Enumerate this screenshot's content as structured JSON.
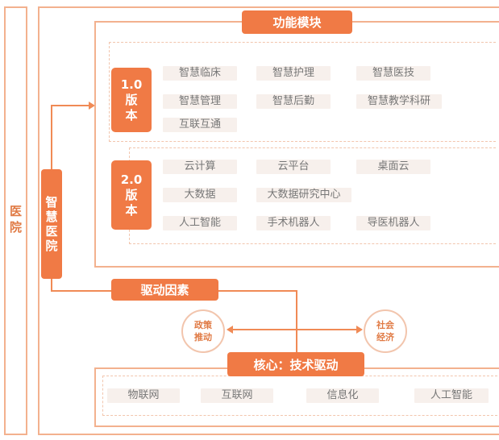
{
  "side_label": "医院",
  "smart_hospital": "智慧医院",
  "function_module": {
    "title": "功能模块",
    "v1": {
      "label_line1": "1.0",
      "label_line2": "版",
      "label_line3": "本",
      "items": [
        "智慧临床",
        "智慧护理",
        "智慧医技",
        "智慧管理",
        "智慧后勤",
        "智慧教学科研",
        "互联互通"
      ]
    },
    "v2": {
      "label_line1": "2.0",
      "label_line2": "版",
      "label_line3": "本",
      "items": [
        "云计算",
        "云平台",
        "桌面云",
        "大数据",
        "大数据研究中心",
        "人工智能",
        "手术机器人",
        "导医机器人"
      ]
    }
  },
  "driving_factors": {
    "title": "驱动因素",
    "policy": "政策推动",
    "social": "社会经济"
  },
  "core": {
    "title": "核心：技术驱动",
    "items": [
      "物联网",
      "互联网",
      "信息化",
      "人工智能"
    ]
  },
  "colors": {
    "accent": "#f07a45",
    "frame": "#f3b18e",
    "chip_bg": "#f7f0ec"
  }
}
